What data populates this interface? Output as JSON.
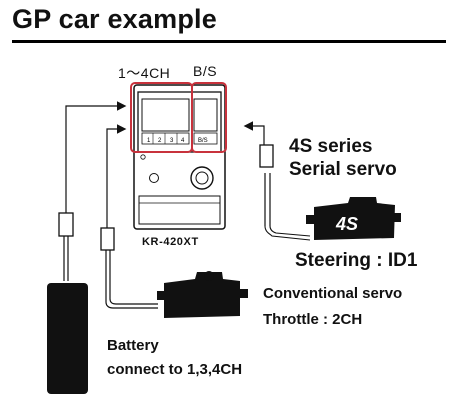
{
  "title": "GP car example",
  "receiver": {
    "channel_label": "1～4CH",
    "bs_label": "B/S",
    "model": "KR-420XT",
    "port_numbers": [
      "1",
      "2",
      "3",
      "4"
    ],
    "bs_port": "B/S"
  },
  "serial_servo": {
    "line1": "4S series",
    "line2": "Serial servo",
    "badge": "4S",
    "role": "Steering : ID1"
  },
  "conventional_servo": {
    "line1": "Conventional servo",
    "line2": "Throttle : 2CH"
  },
  "battery": {
    "line1": "Battery",
    "line2": "connect to 1,3,4CH"
  },
  "colors": {
    "highlight": "#c8323c",
    "ink": "#111111"
  }
}
